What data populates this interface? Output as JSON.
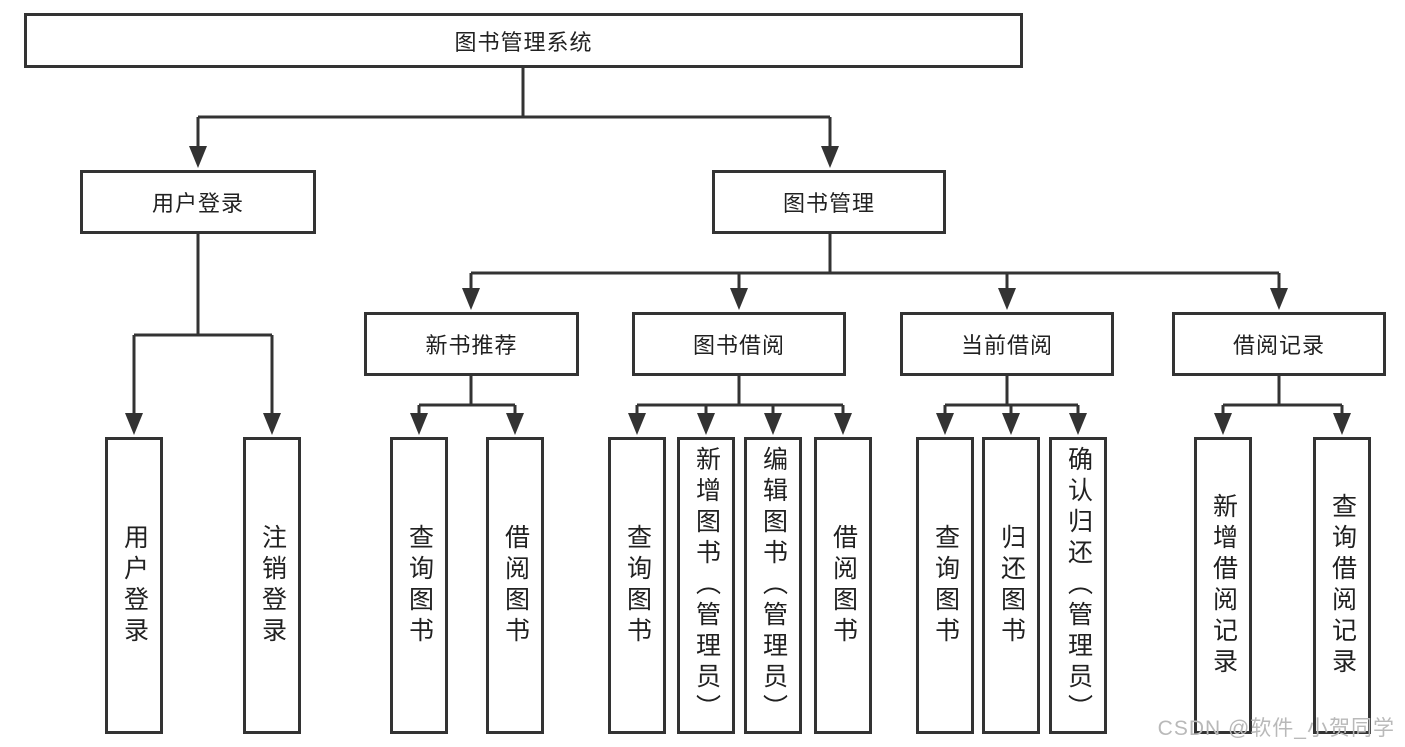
{
  "colors": {
    "line": "#333333",
    "text": "#212121",
    "watermark": "#b9b9b9",
    "background": "#ffffff"
  },
  "watermark": "CSDN @软件_小贺同学",
  "tree": {
    "root": {
      "label": "图书管理系统"
    },
    "children": [
      {
        "label": "用户登录",
        "children": [
          {
            "label": "用户登录"
          },
          {
            "label": "注销登录"
          }
        ]
      },
      {
        "label": "图书管理",
        "children": [
          {
            "label": "新书推荐",
            "children": [
              {
                "label": "查询图书"
              },
              {
                "label": "借阅图书"
              }
            ]
          },
          {
            "label": "图书借阅",
            "children": [
              {
                "label": "查询图书"
              },
              {
                "label": "新增图书（管理员）"
              },
              {
                "label": "编辑图书（管理员）"
              },
              {
                "label": "借阅图书"
              }
            ]
          },
          {
            "label": "当前借阅",
            "children": [
              {
                "label": "查询图书"
              },
              {
                "label": "归还图书"
              },
              {
                "label": "确认归还（管理员）"
              }
            ]
          },
          {
            "label": "借阅记录",
            "children": [
              {
                "label": "新增借阅记录"
              },
              {
                "label": "查询借阅记录"
              }
            ]
          }
        ]
      }
    ]
  }
}
